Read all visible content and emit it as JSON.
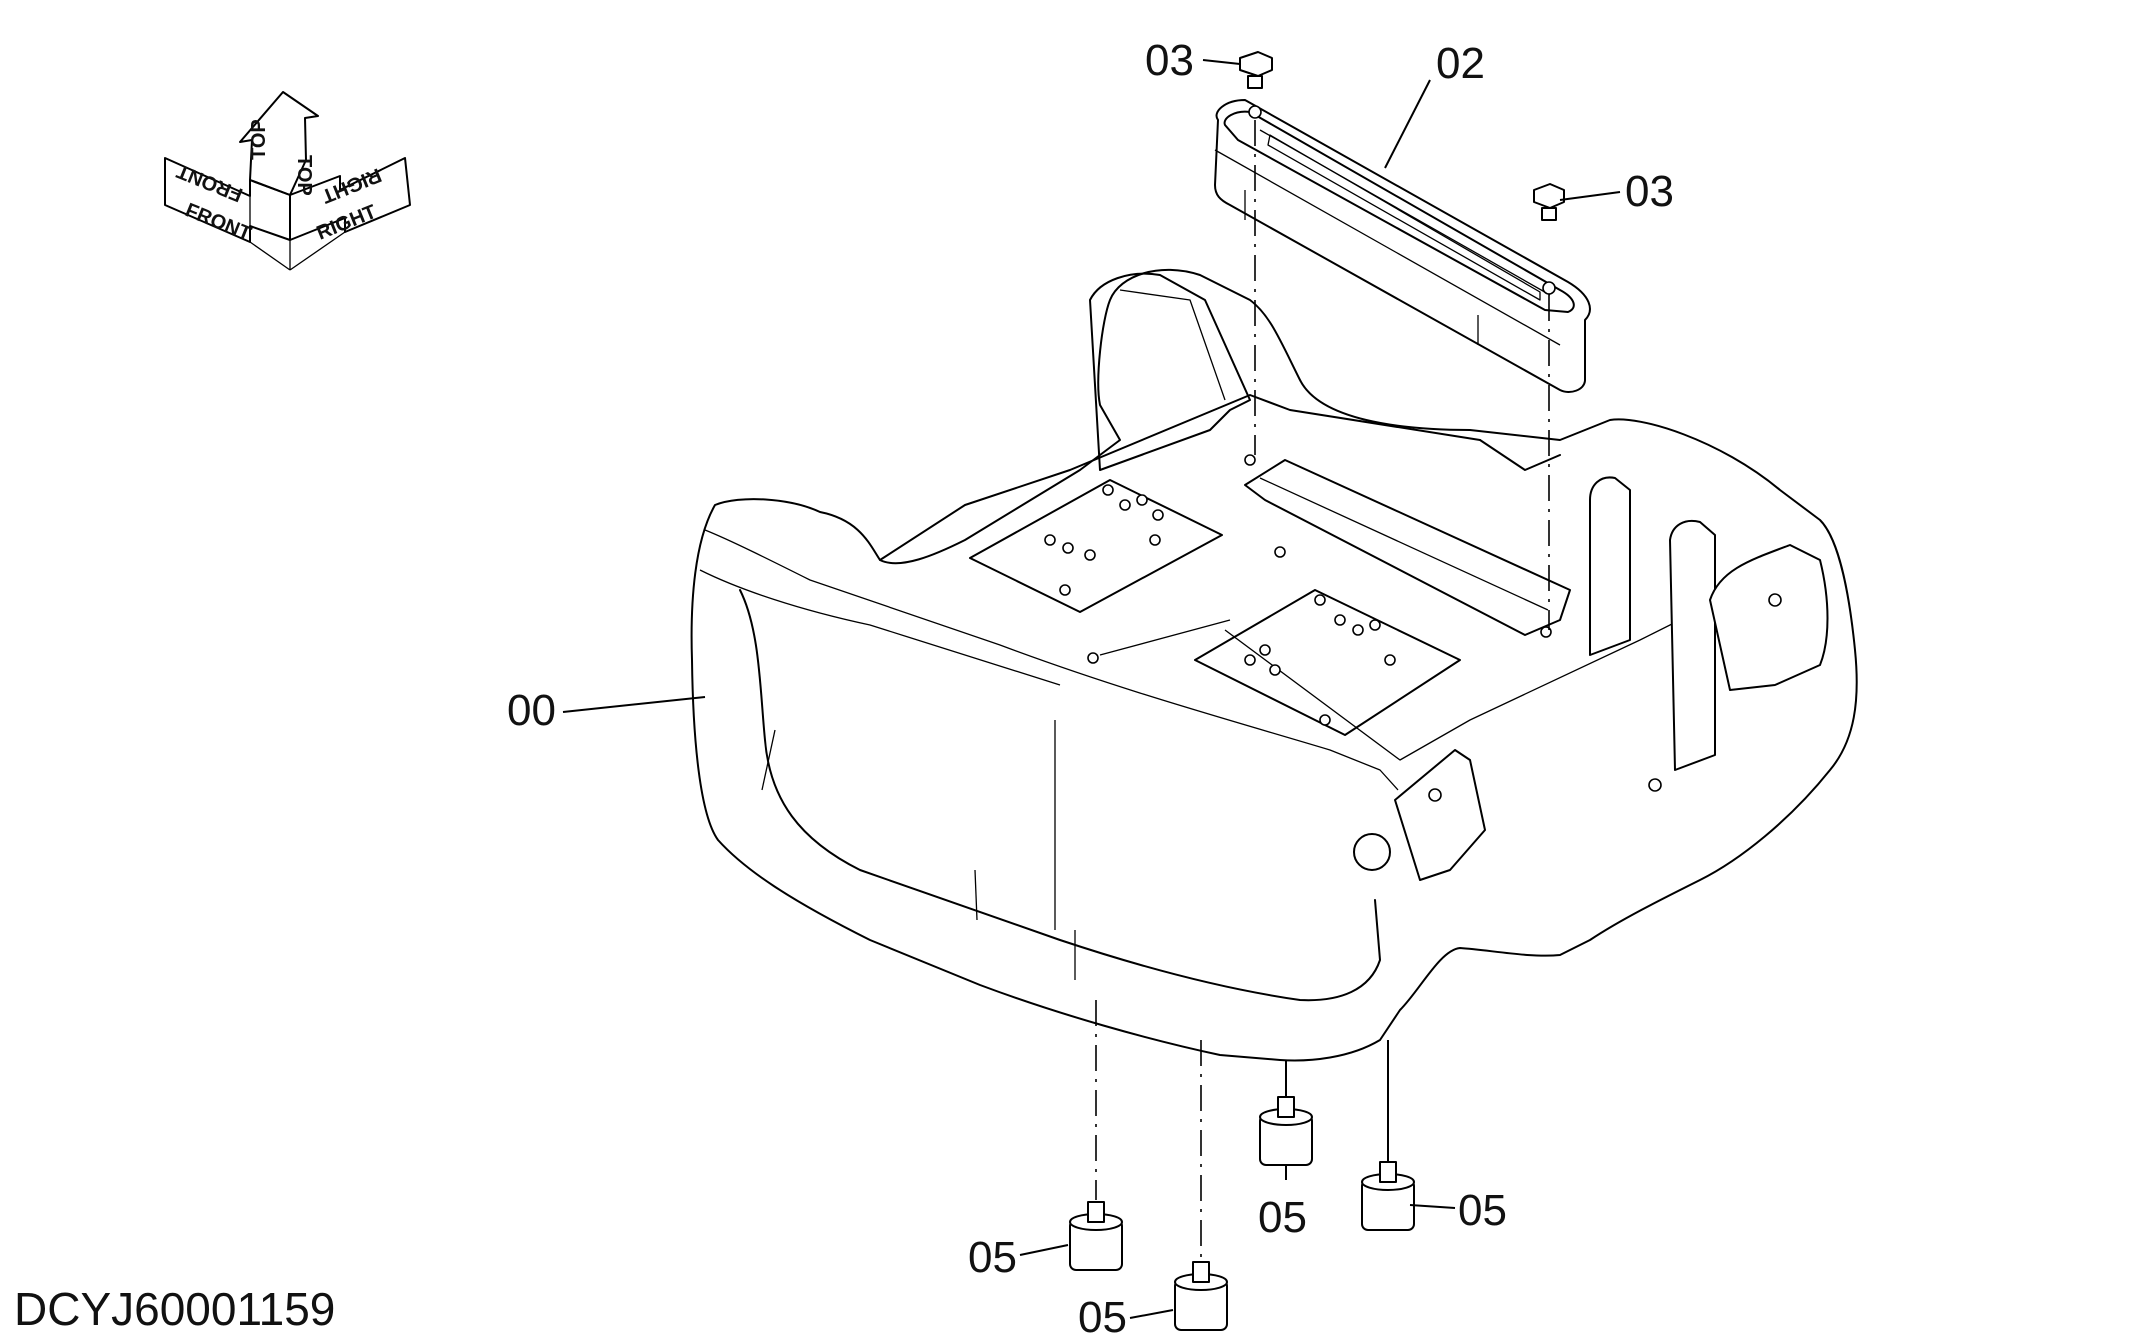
{
  "drawing_code": "DCYJ60001159",
  "orientation": {
    "front": "FRONT",
    "top": "TOP",
    "right": "RIGHT"
  },
  "callouts": {
    "base": "00",
    "cover": "02",
    "bolt_left": "03",
    "bolt_right": "03",
    "mount_1": "05",
    "mount_2": "05",
    "mount_3": "05",
    "mount_4": "05"
  }
}
